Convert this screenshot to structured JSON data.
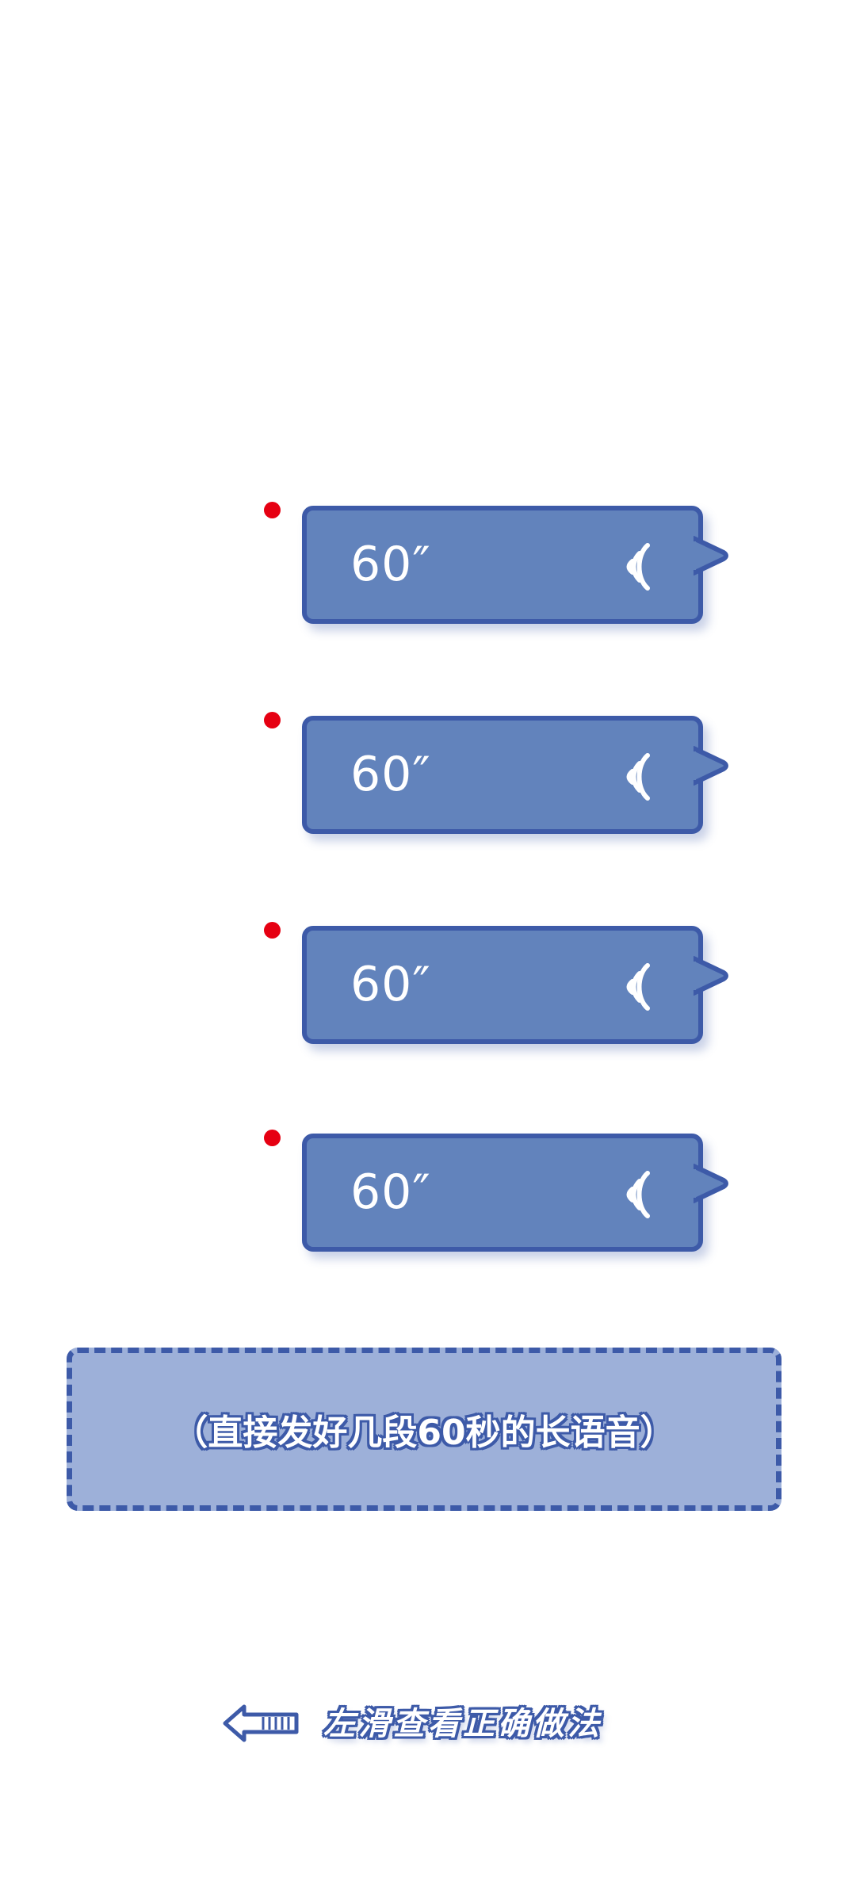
{
  "colors": {
    "bubble_fill": "#6283bc",
    "bubble_border": "#3d5aa8",
    "unread_dot": "#e60012",
    "note_fill": "#9db0d9",
    "accent": "#3d5aa8"
  },
  "voice_messages": [
    {
      "duration": "60″",
      "unread": true,
      "icon": "voice-wave-icon"
    },
    {
      "duration": "60″",
      "unread": true,
      "icon": "voice-wave-icon"
    },
    {
      "duration": "60″",
      "unread": true,
      "icon": "voice-wave-icon"
    },
    {
      "duration": "60″",
      "unread": true,
      "icon": "voice-wave-icon"
    }
  ],
  "note": {
    "text": "（直接发好几段60秒的长语音）"
  },
  "swipe_hint": {
    "icon": "left-arrow-icon",
    "text": "左滑查看正确做法"
  }
}
